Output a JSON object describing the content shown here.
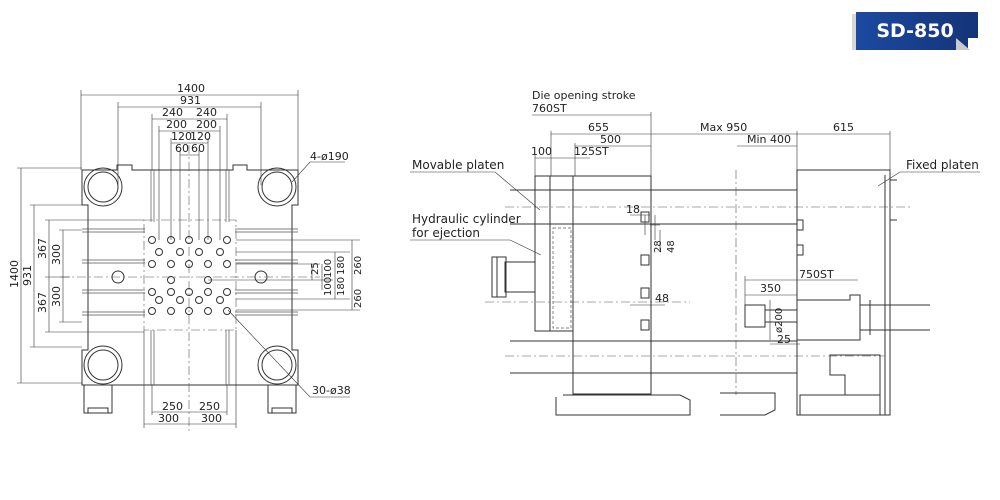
{
  "badge": {
    "model": "SD-850",
    "color": "#1b4aa0"
  },
  "front_view": {
    "dims_top": [
      "1400",
      "931",
      "240",
      "240",
      "200",
      "200",
      "120",
      "120",
      "60",
      "60"
    ],
    "dims_left": [
      "1400",
      "931",
      "367",
      "300",
      "367",
      "300"
    ],
    "dims_right": [
      "25",
      "100",
      "100",
      "180",
      "180",
      "260",
      "260"
    ],
    "dims_bottom": [
      "250",
      "250",
      "300",
      "300"
    ],
    "callout_tiebar": "4-ø190",
    "callout_holes": "30-ø38"
  },
  "side_view": {
    "die_opening_title": "Die opening stroke",
    "die_opening_value": "760ST",
    "dims": {
      "d655": "655",
      "d500": "500",
      "d100": "100",
      "d125st": "125ST",
      "max950": "Max 950",
      "min400": "Min 400",
      "d615": "615",
      "d18": "18",
      "d28": "28",
      "d48a": "48",
      "d48b": "48",
      "d750st": "750ST",
      "d350": "350",
      "d200": "ø200",
      "d25": "25"
    },
    "labels": {
      "movable": "Movable platen",
      "fixed": "Fixed platen",
      "cylinder_1": "Hydraulic cylinder",
      "cylinder_2": "for ejection"
    }
  }
}
